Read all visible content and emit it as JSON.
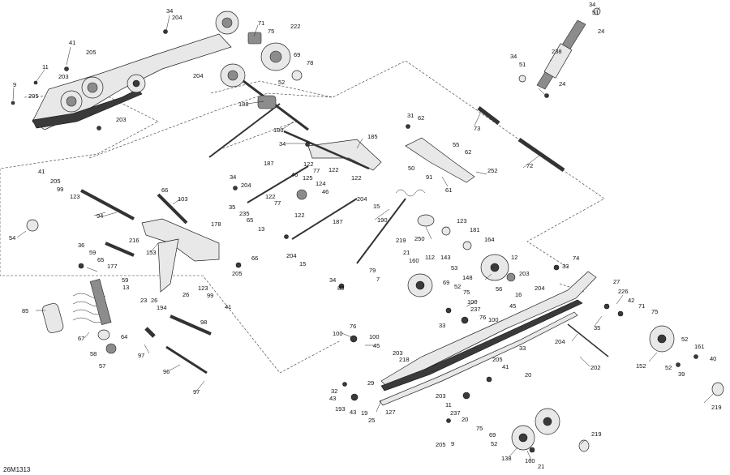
{
  "drawing_code": "26M1313",
  "labels": {
    "l34a": "34",
    "l204a": "204",
    "l71": "71",
    "l75a": "75",
    "l222": "222",
    "l41a": "41",
    "l205a": "205",
    "l11a": "11",
    "l69a": "69",
    "l78": "78",
    "l203a": "203",
    "l52a": "52",
    "l9a": "9",
    "l205b": "205",
    "l204b": "204",
    "l188": "188",
    "l203b": "203",
    "l180": "180",
    "l34b": "34",
    "l34c": "34",
    "l51a": "51",
    "l24a": "24",
    "l238": "238",
    "l34d": "34",
    "l51b": "51",
    "l24b": "24",
    "l31": "31",
    "l62a": "62",
    "l73": "73",
    "l185": "185",
    "l55": "55",
    "l62b": "62",
    "l50": "50",
    "l252": "252",
    "l91": "91",
    "l72": "72",
    "l61": "61",
    "l41b": "41",
    "l205c": "205",
    "l99a": "99",
    "l123a": "123",
    "l187a": "187",
    "l122a": "122",
    "l77a": "77",
    "l122b": "122",
    "l46a": "46",
    "l125": "125",
    "l124": "124",
    "l122c": "122",
    "l34e": "34",
    "l204c": "204",
    "l204d": "204",
    "l66a": "66",
    "l103": "103",
    "l122d": "122",
    "l77b": "77",
    "l46b": "46",
    "l15a": "15",
    "l94": "94",
    "l35a": "35",
    "l235": "235",
    "l65a": "65",
    "l13a": "13",
    "l178": "178",
    "l190": "190",
    "l122e": "122",
    "l187b": "187",
    "l54": "54",
    "l216": "216",
    "l153": "153",
    "l204e": "204",
    "l15b": "15",
    "l250": "250",
    "l123b": "123",
    "l181": "181",
    "l36": "36",
    "l59a": "59",
    "l65b": "65",
    "l177": "177",
    "l66b": "66",
    "l205d": "205",
    "l219a": "219",
    "l21a": "21",
    "l160a": "160",
    "l143": "143",
    "l164": "164",
    "l112": "112",
    "l74": "74",
    "l59b": "59",
    "l13b": "13",
    "l23": "23",
    "l26a": "26",
    "l99b": "99",
    "l123c": "123",
    "l41c": "41",
    "l194": "194",
    "l26b": "26",
    "l34f": "34",
    "l89": "89",
    "l79": "79",
    "l7": "7",
    "l53": "53",
    "l148": "148",
    "l12": "12",
    "l203c": "203",
    "l33a": "33",
    "l85": "85",
    "l67": "67",
    "l64": "64",
    "l98": "98",
    "l69b": "69",
    "l52b": "52",
    "l75b": "75",
    "l56": "56",
    "l16": "16",
    "l204f": "204",
    "l27": "27",
    "l226": "226",
    "l45a": "45",
    "l58": "58",
    "l97a": "97",
    "l100a": "100",
    "l237a": "237",
    "l76a": "76",
    "l100b": "100",
    "l33b": "33",
    "l42": "42",
    "l71b": "71",
    "l75c": "75",
    "l57": "57",
    "l96": "96",
    "l100c": "100",
    "l76b": "76",
    "l100d": "100",
    "l45b": "45",
    "l35b": "35",
    "l204g": "204",
    "l52c": "52",
    "l161": "161",
    "l203d": "203",
    "l218": "218",
    "l33c": "33",
    "l205e": "205",
    "l41d": "41",
    "l20a": "20",
    "l152": "152",
    "l52d": "52",
    "l39": "39",
    "l40": "40",
    "l202": "202",
    "l97b": "97",
    "l32": "32",
    "l29": "29",
    "l43a": "43",
    "l193": "193",
    "l43b": "43",
    "l19": "19",
    "l25": "25",
    "l127": "127",
    "l203e": "203",
    "l11b": "11",
    "l20b": "20",
    "l219b": "219",
    "l237b": "237",
    "l75d": "75",
    "l69c": "69",
    "l52e": "52",
    "l205f": "205",
    "l9b": "9",
    "l138": "138",
    "l160b": "160",
    "l21b": "21",
    "l219c": "219"
  }
}
